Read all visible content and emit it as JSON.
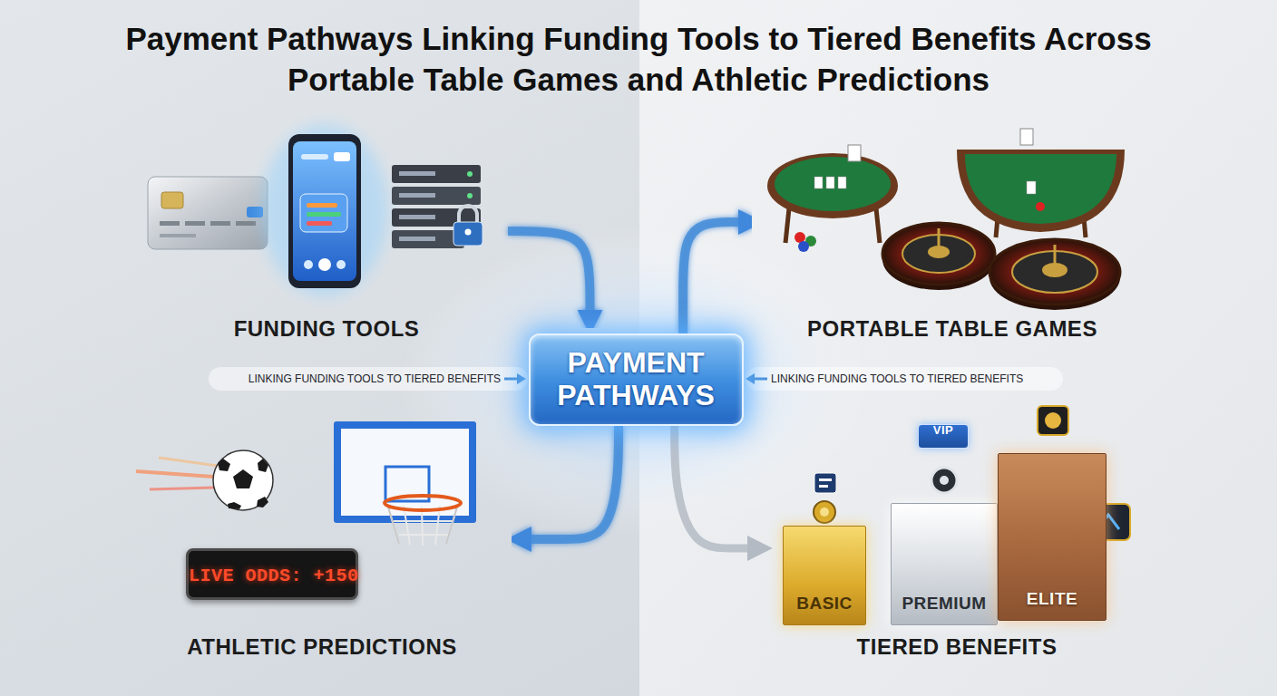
{
  "diagram": {
    "title": "Payment Pathways Linking Funding Tools to Tiered Benefits Across Portable Table Games and Athletic Predictions",
    "nodes": [
      {
        "text": [
          "FUNDING TOOLS"
        ]
      },
      {
        "text": [
          "PORTABLE TABLE GAMES"
        ]
      },
      {
        "text": [
          "PAYMENT PATHWAYS"
        ]
      },
      {
        "text": [
          "ATHLETIC PREDICTIONS"
        ]
      },
      {
        "text": [
          "LIVE ODDS: +150"
        ],
        "in": 3
      },
      {
        "text": [
          "TIERED BENEFITS"
        ]
      },
      {
        "text": [
          "VIP"
        ],
        "in": 5
      },
      {
        "text": [
          "BASIC"
        ],
        "in": 5
      },
      {
        "text": [
          "PREMIUM"
        ],
        "in": 5
      },
      {
        "text": [
          "ELITE"
        ],
        "in": 5
      }
    ],
    "edges": [
      {
        "from": 0,
        "to": 2,
        "arrow": "to"
      },
      {
        "from": 2,
        "to": 1,
        "arrow": "to"
      },
      {
        "from": 2,
        "to": 3,
        "arrow": "to"
      },
      {
        "from": 2,
        "to": 5,
        "arrow": "to"
      }
    ],
    "labels": [
      "LINKING FUNDING TOOLS TO TIERED BENEFITS",
      "LINKING FUNDING TOOLS TO TIERED BENEFITS"
    ]
  }
}
